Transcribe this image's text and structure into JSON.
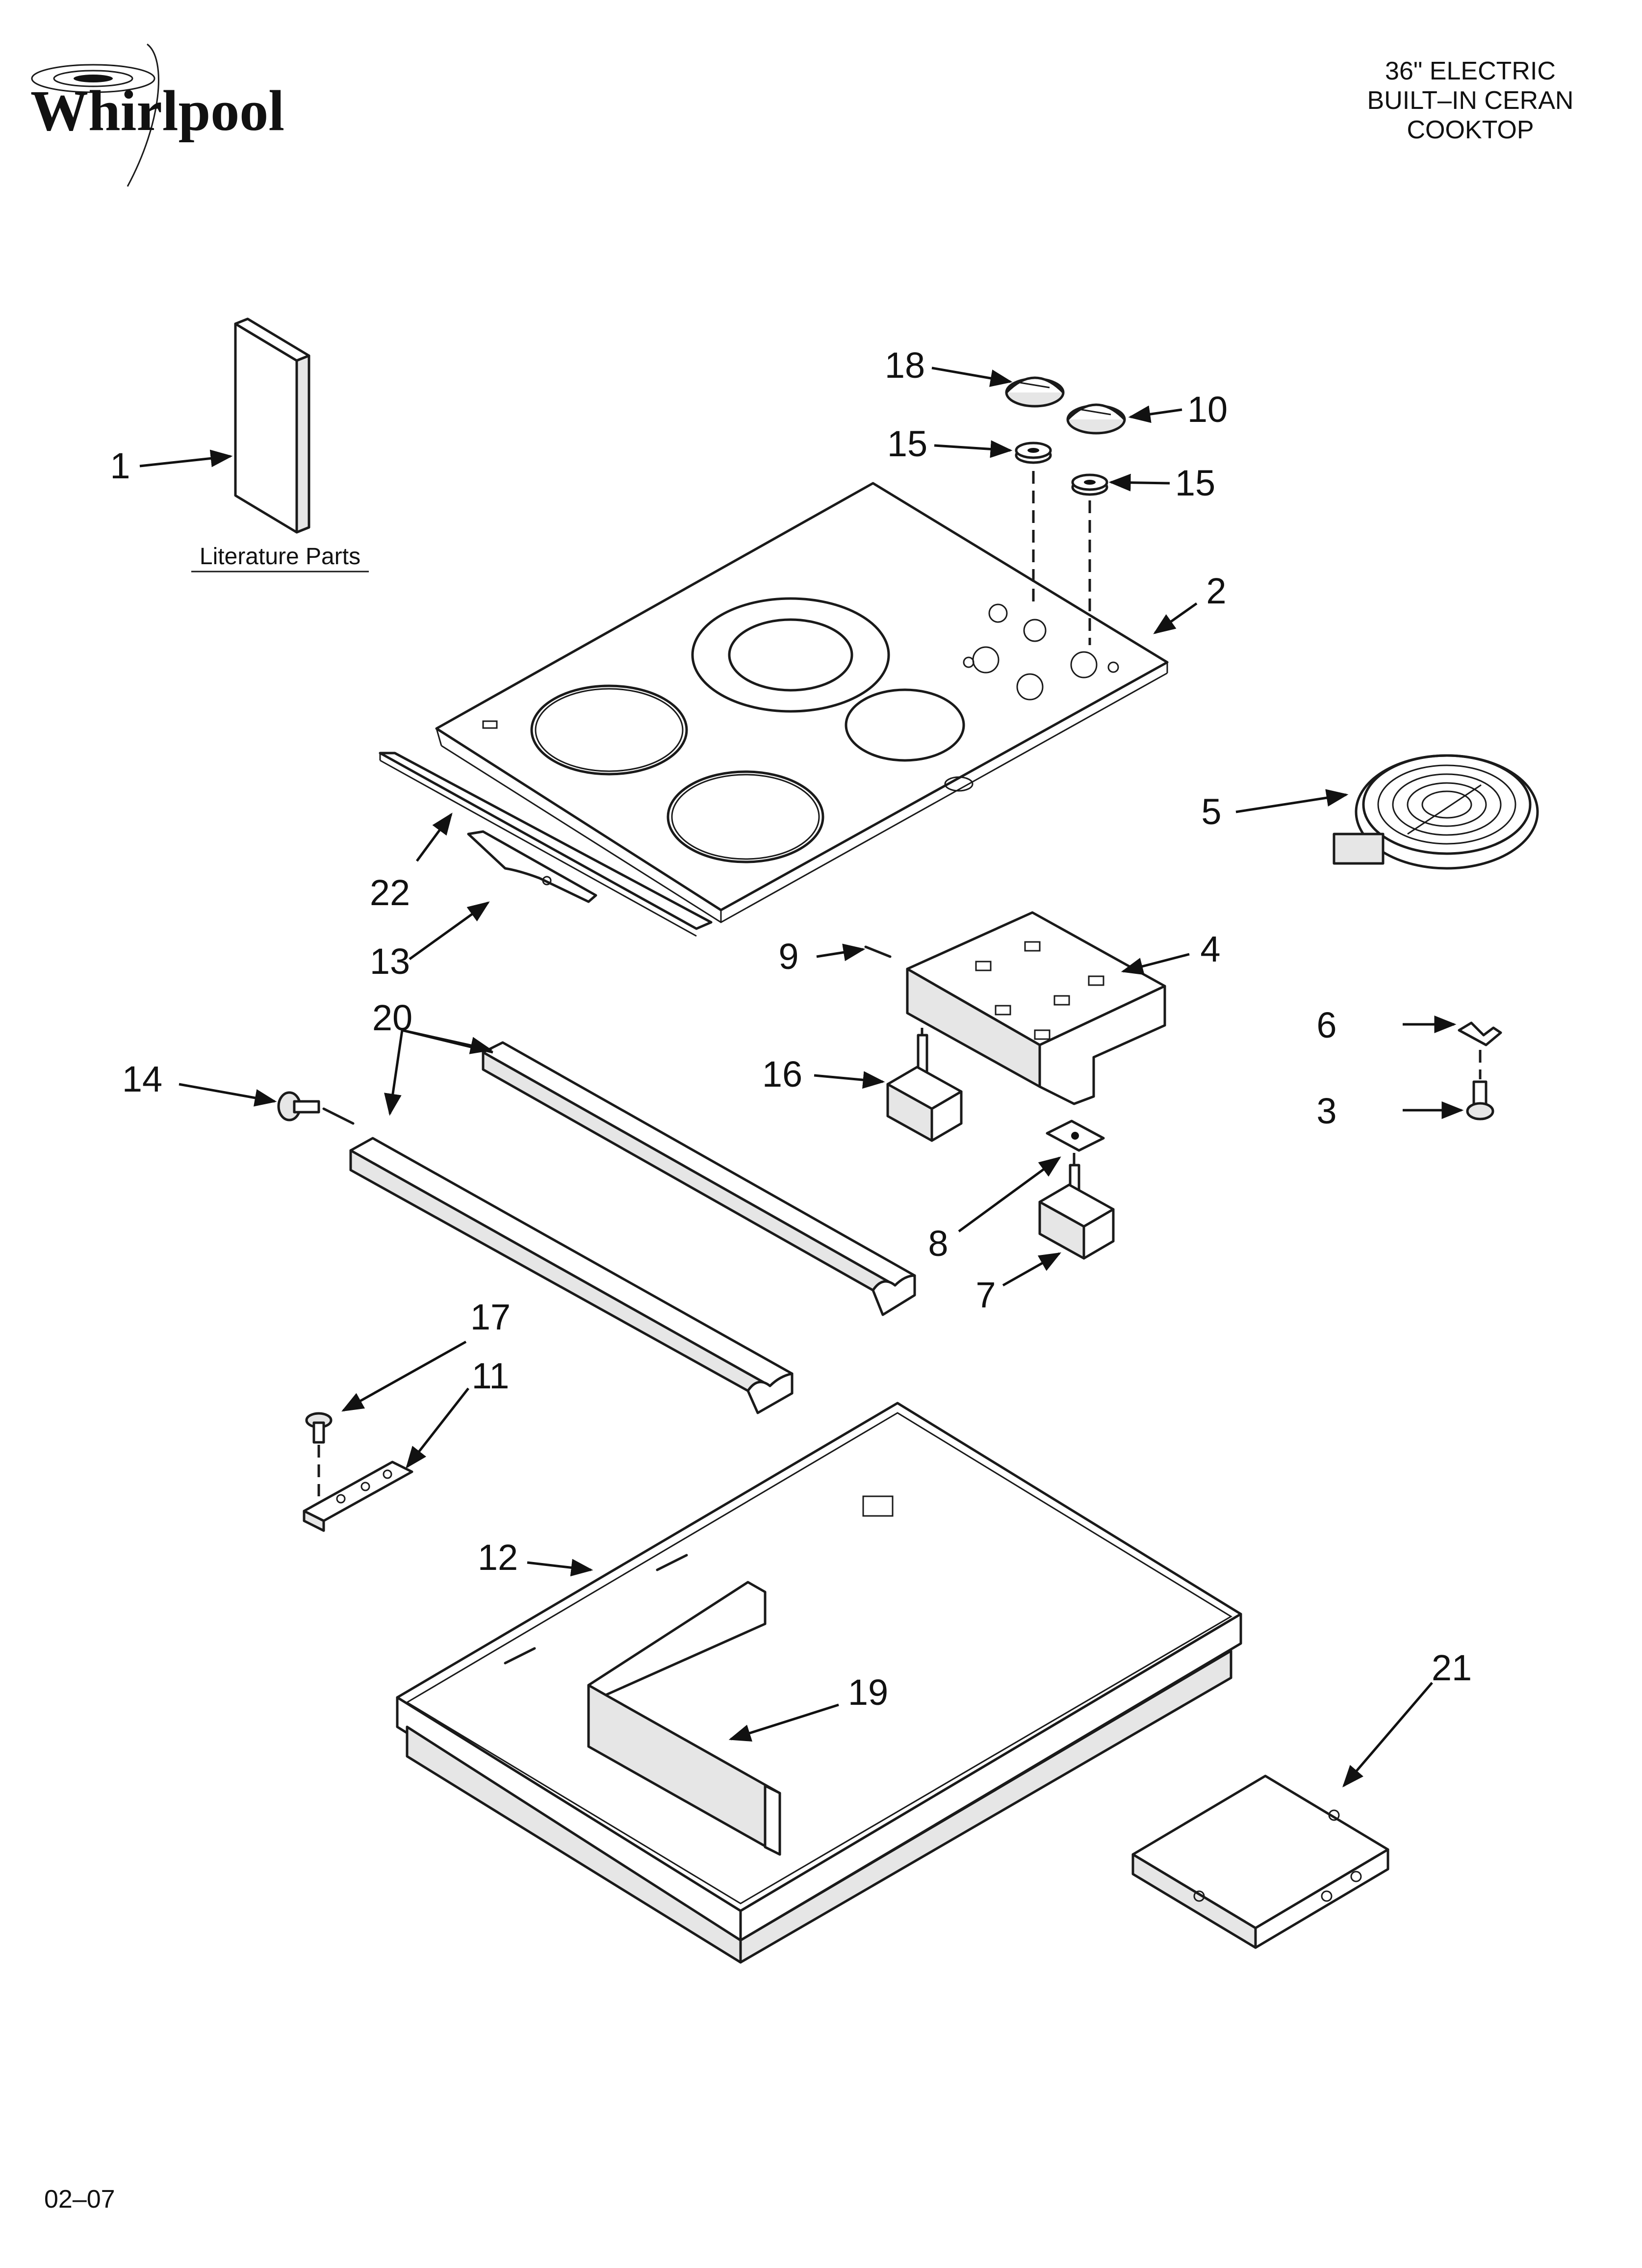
{
  "brand": {
    "name": "Whirlpool"
  },
  "header": {
    "title_lines": [
      "36\" ELECTRIC",
      "BUILT–IN CERAN",
      "COOKTOP"
    ]
  },
  "literature": {
    "label": "Literature Parts"
  },
  "footer": {
    "date_code": "02–07"
  },
  "callouts": [
    {
      "id": "1",
      "label": "1"
    },
    {
      "id": "2",
      "label": "2"
    },
    {
      "id": "3",
      "label": "3"
    },
    {
      "id": "4",
      "label": "4"
    },
    {
      "id": "5",
      "label": "5"
    },
    {
      "id": "6",
      "label": "6"
    },
    {
      "id": "7",
      "label": "7"
    },
    {
      "id": "8",
      "label": "8"
    },
    {
      "id": "9",
      "label": "9"
    },
    {
      "id": "10",
      "label": "10"
    },
    {
      "id": "11",
      "label": "11"
    },
    {
      "id": "12",
      "label": "12"
    },
    {
      "id": "13",
      "label": "13"
    },
    {
      "id": "14",
      "label": "14"
    },
    {
      "id": "15a",
      "label": "15"
    },
    {
      "id": "15b",
      "label": "15"
    },
    {
      "id": "16",
      "label": "16"
    },
    {
      "id": "17",
      "label": "17"
    },
    {
      "id": "18",
      "label": "18"
    },
    {
      "id": "19",
      "label": "19"
    },
    {
      "id": "20",
      "label": "20"
    },
    {
      "id": "21",
      "label": "21"
    },
    {
      "id": "22",
      "label": "22"
    }
  ]
}
